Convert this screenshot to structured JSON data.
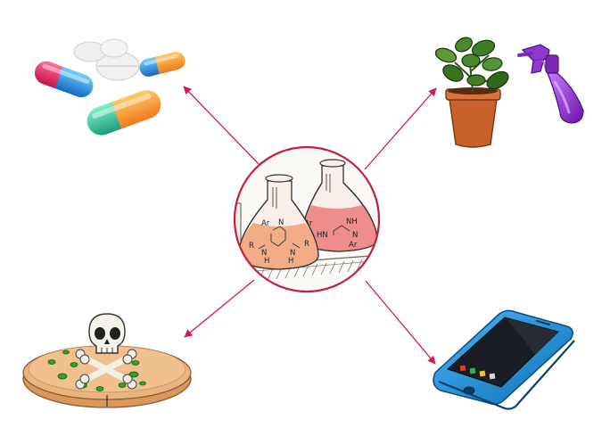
{
  "colors": {
    "arrow": "#d21c4f",
    "circle_border": "#c41e45",
    "flask_left": "#f2ad86",
    "flask_right": "#ef8c8c",
    "petri_agar": "#e9b27d",
    "phone_body": "#1e93dd",
    "spray_bottle": "#8a2fc8"
  },
  "center": {
    "left_flask": {
      "label_top": "Ar",
      "n_top": "N",
      "r_left": "R",
      "n_left": "N",
      "r_right": "R",
      "n_right": "N",
      "h_left": "H",
      "h_right": "H"
    },
    "right_flask": {
      "label_ar_top": "Ar",
      "nh_top": "NH",
      "hn_left": "HN",
      "n_right": "N",
      "label_ar_bottom": "Ar"
    }
  },
  "icons": {
    "top_left": "pills-capsules-icon",
    "top_right": "plant-and-spray-bottle-icon",
    "bottom_left": "petri-dish-with-skull-icon",
    "bottom_right": "smartphone-icon"
  }
}
